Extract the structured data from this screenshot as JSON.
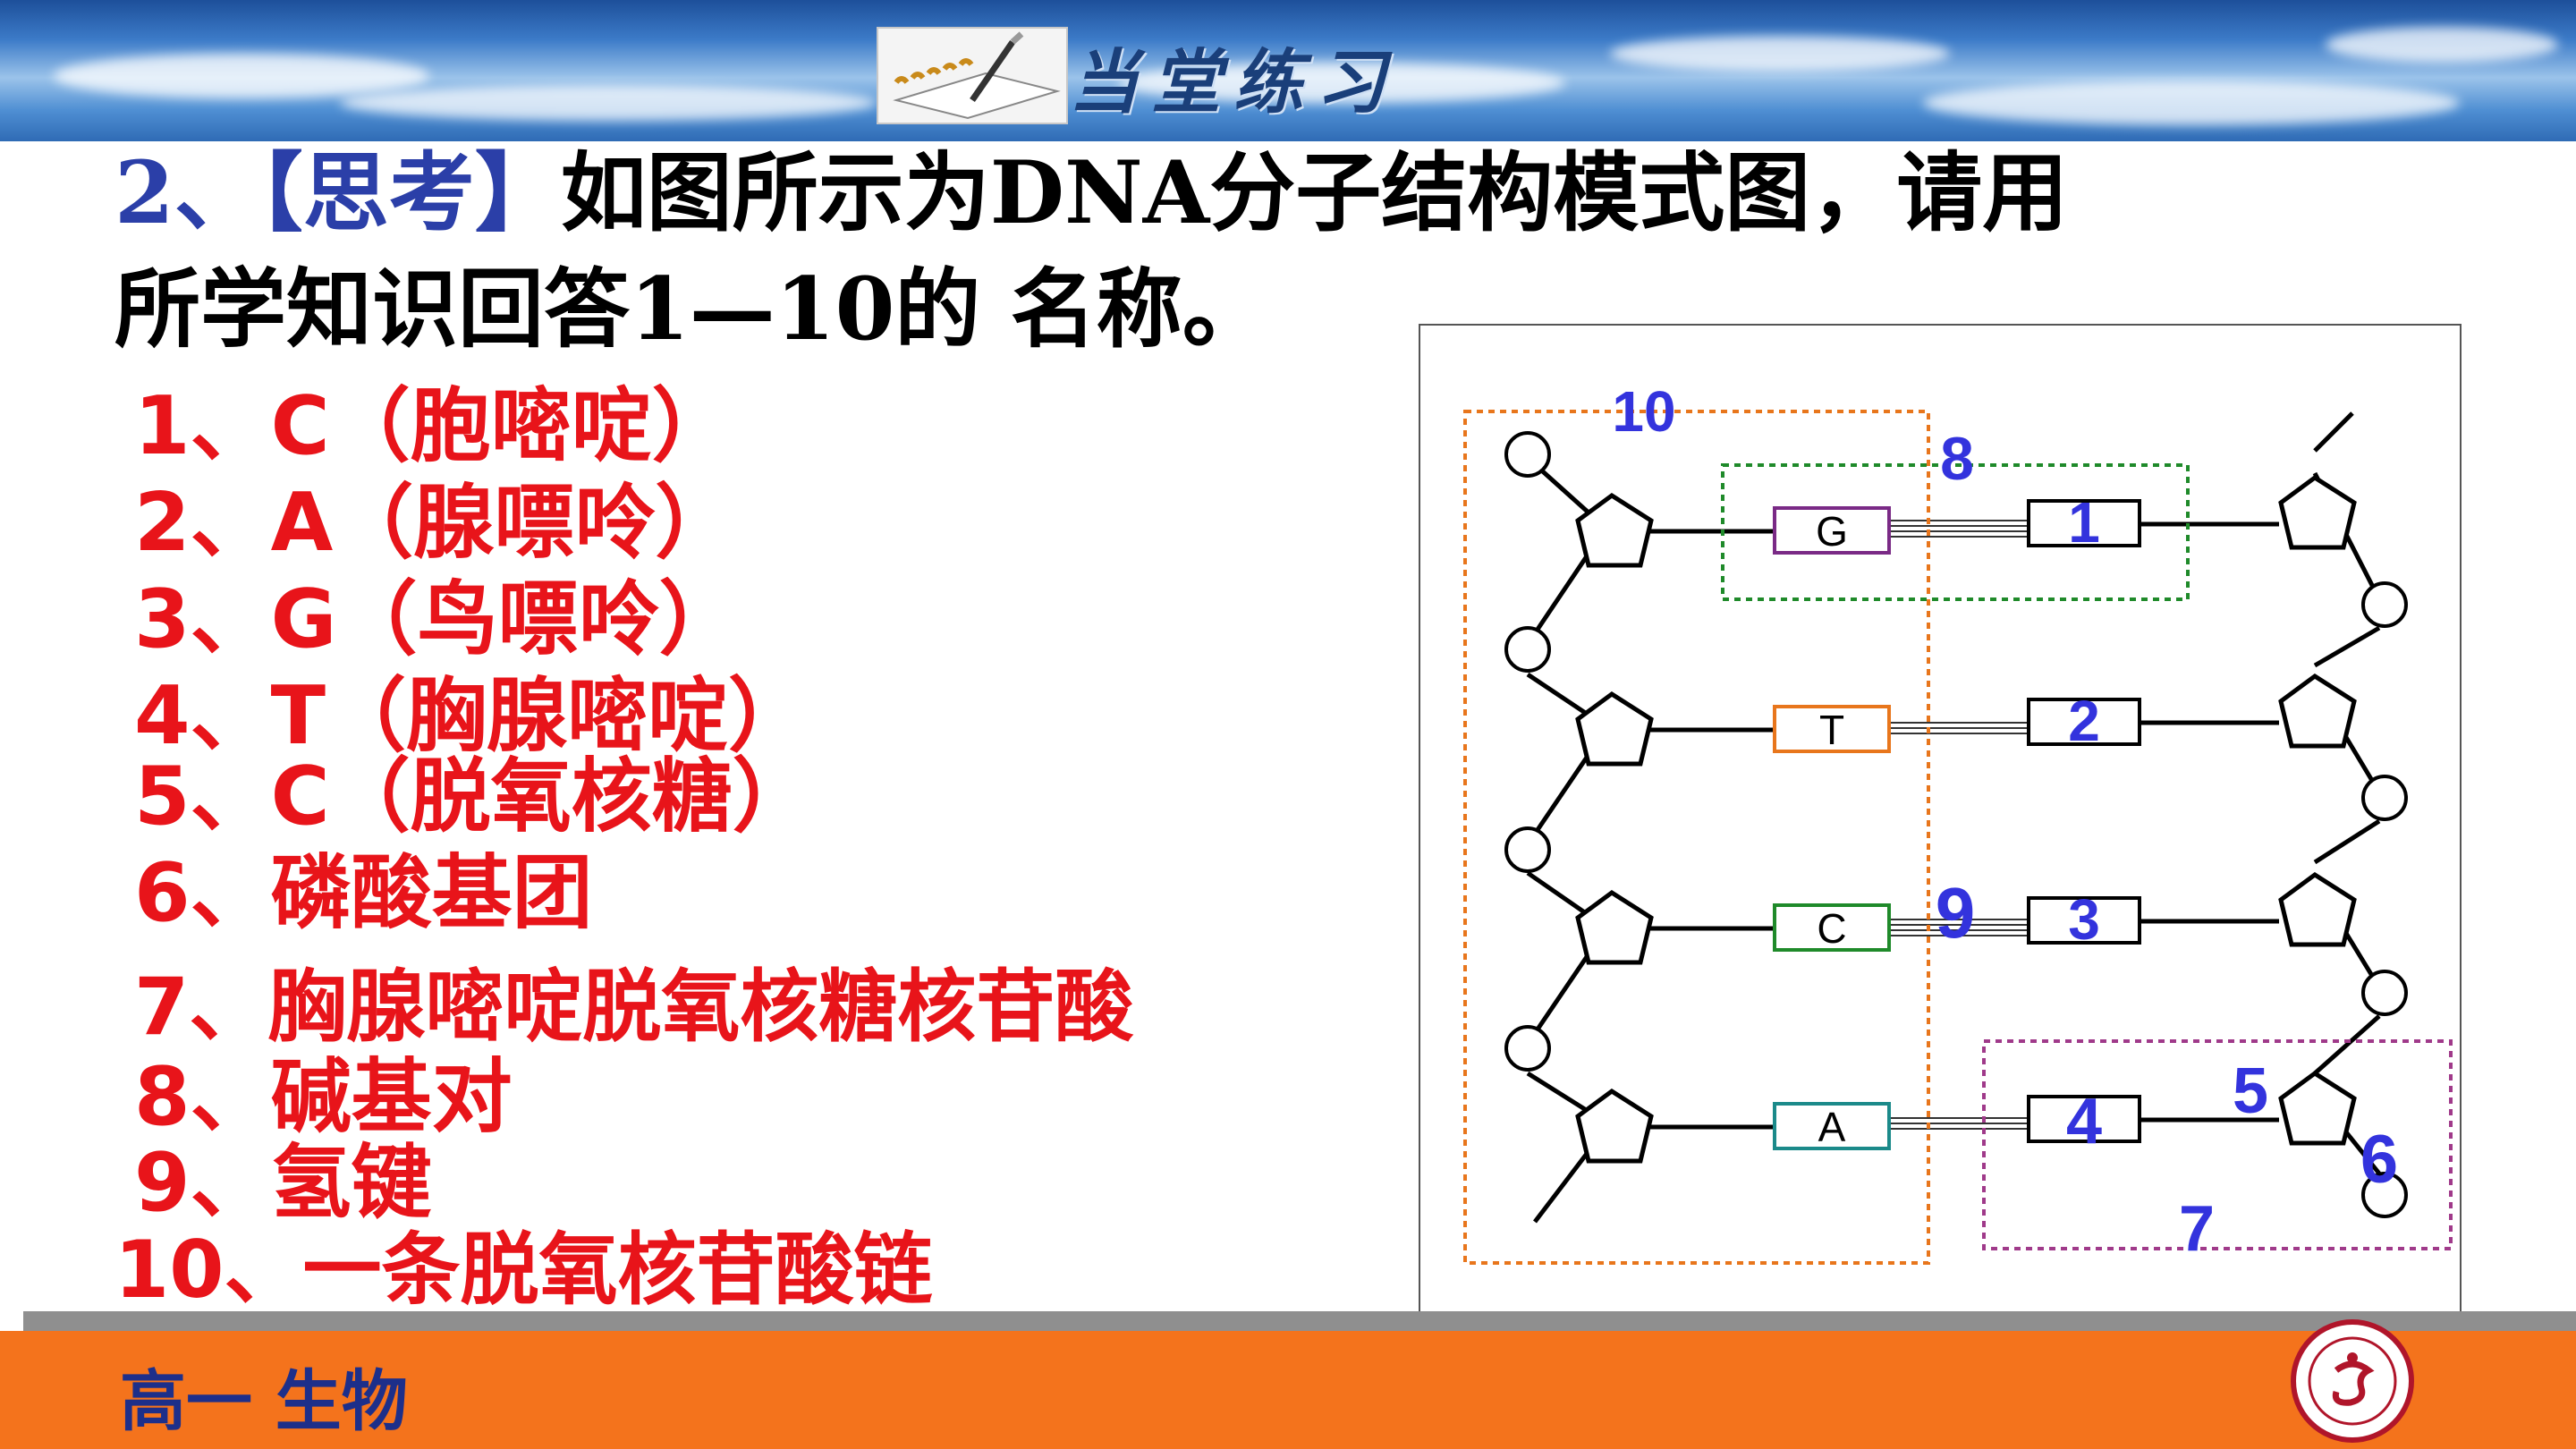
{
  "banner": {
    "title": "当堂练习",
    "icon": "notebook-pen-icon"
  },
  "question": {
    "number": "2、",
    "tag": "【思考】",
    "line1_text": "如图所示为DNA分子结构模式图，请用",
    "line2_text": "所学知识回答1—10的 名称。"
  },
  "answers": [
    {
      "text": "1、C（胞嘧啶）"
    },
    {
      "text": "2、A（腺嘌呤）"
    },
    {
      "text": "3、G（鸟嘌呤）"
    },
    {
      "text": "4、T（胸腺嘧啶）"
    },
    {
      "text": "5、C（脱氧核糖）"
    },
    {
      "text": "6、磷酸基团"
    },
    {
      "text": "7、胸腺嘧啶脱氧核糖核苷酸"
    },
    {
      "text": "8、碱基对"
    },
    {
      "text": "9、氢键"
    },
    {
      "text": "10、一条脱氧核苷酸链"
    }
  ],
  "diagram": {
    "left_bases": [
      "G",
      "T",
      "C",
      "A"
    ],
    "left_base_colors": [
      "#7a2a86",
      "#e8761c",
      "#1f8a2a",
      "#1b8a8a"
    ],
    "numbers": [
      "1",
      "2",
      "3",
      "4",
      "5",
      "6",
      "7",
      "8",
      "9",
      "10"
    ],
    "number_color": "#3333dd",
    "box_colors": {
      "strand_10": "#e8761c",
      "pair_8": "#1f8a2a",
      "nucleotide_7": "#a03a8a"
    }
  },
  "footer": {
    "text": "高一 生物"
  },
  "colors": {
    "answer": "#e8141a",
    "question_accent": "#2b3fa8",
    "footer_bg": "#f4731c"
  }
}
